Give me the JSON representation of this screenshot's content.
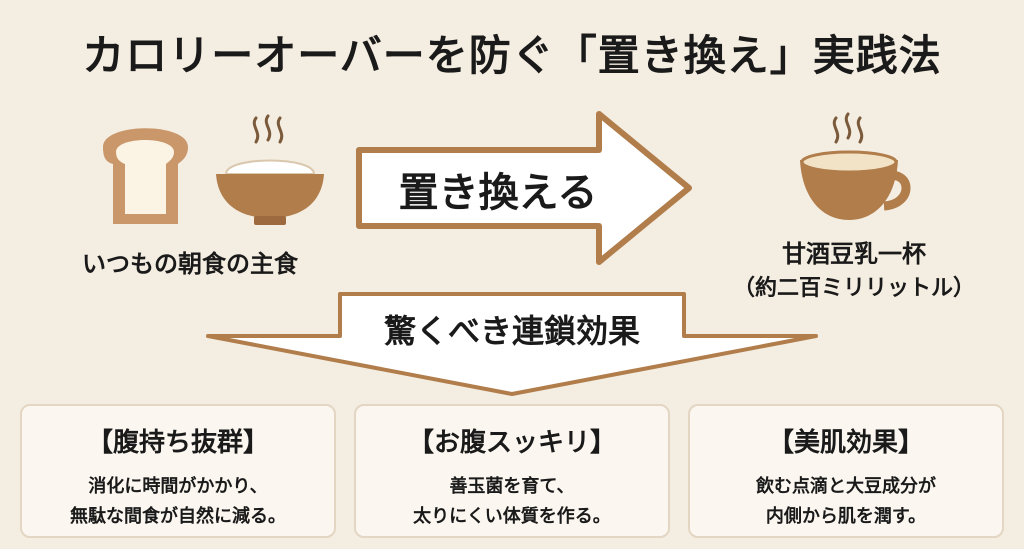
{
  "title": "カロリーオーバーを防ぐ「置き換え」実践法",
  "left": {
    "label": "いつもの朝食の主食",
    "icons": [
      "bread-icon",
      "rice-bowl-icon",
      "steam-icon"
    ]
  },
  "arrow": {
    "label": "置き換える"
  },
  "right": {
    "label1": "甘酒豆乳一杯",
    "label2": "（約二百ミリリットル）",
    "icons": [
      "cup-icon",
      "steam-icon"
    ]
  },
  "chain": {
    "label": "驚くべき連鎖効果"
  },
  "cards": [
    {
      "title": "【腹持ち抜群】",
      "line1": "消化に時間がかかり、",
      "line2": "無駄な間食が自然に減る。"
    },
    {
      "title": "【お腹スッキリ】",
      "line1": "善玉菌を育て、",
      "line2": "太りにくい体質を作る。"
    },
    {
      "title": "【美肌効果】",
      "line1": "飲む点滴と大豆成分が",
      "line2": "内側から肌を潤す。"
    }
  ],
  "colors": {
    "background": "#f4ede1",
    "accent_brown": "#b07d4b",
    "bread": "#c9976a",
    "drink": "#f3e3c6",
    "text": "#1a1a1a"
  }
}
